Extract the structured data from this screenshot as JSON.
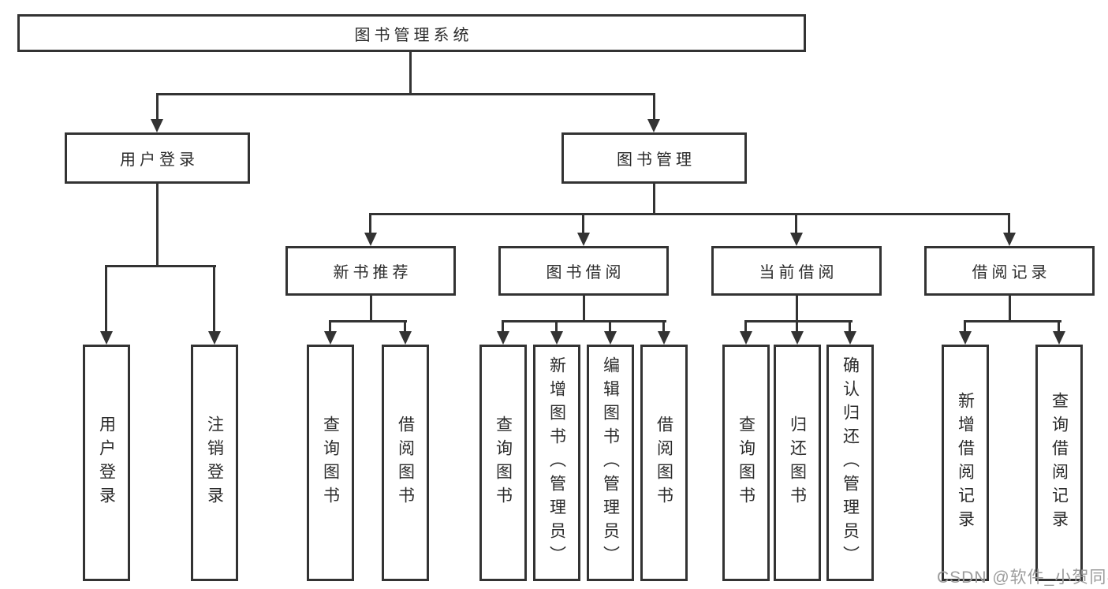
{
  "diagram": {
    "root": {
      "label": "图书管理系统"
    },
    "children": [
      {
        "label": "用户登录",
        "children": [
          {
            "label": "用户登录"
          },
          {
            "label": "注销登录"
          }
        ]
      },
      {
        "label": "图书管理",
        "children": [
          {
            "label": "新书推荐",
            "children": [
              {
                "label": "查询图书"
              },
              {
                "label": "借阅图书"
              }
            ]
          },
          {
            "label": "图书借阅",
            "children": [
              {
                "label": "查询图书"
              },
              {
                "label": "新增图书（管理员）"
              },
              {
                "label": "编辑图书（管理员）"
              },
              {
                "label": "借阅图书"
              }
            ]
          },
          {
            "label": "当前借阅",
            "children": [
              {
                "label": "查询图书"
              },
              {
                "label": "归还图书"
              },
              {
                "label": "确认归还（管理员）"
              }
            ]
          },
          {
            "label": "借阅记录",
            "children": [
              {
                "label": "新增借阅记录"
              },
              {
                "label": "查询借阅记录"
              }
            ]
          }
        ]
      }
    ]
  },
  "watermark": {
    "text": "CSDN @软件_小贺同学"
  },
  "colors": {
    "line": "#333333",
    "border": "#333333",
    "text": "#2b2b2b",
    "watermark": "#9c9c9c",
    "background": "#ffffff"
  }
}
